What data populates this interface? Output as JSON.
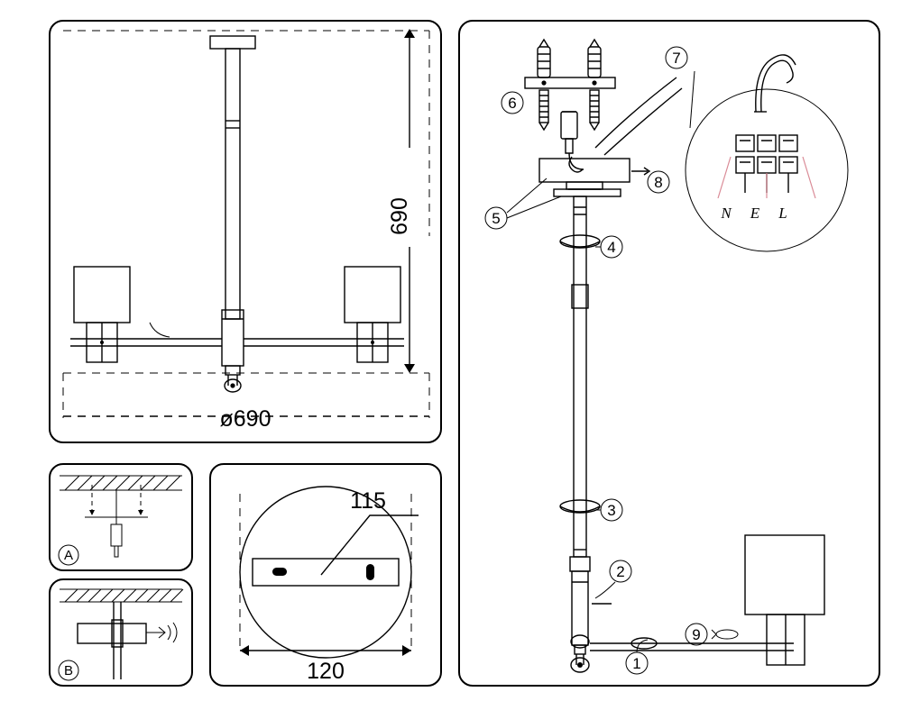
{
  "sheet": {
    "title": "pendant-lamp-installation-sheet"
  },
  "panels": {
    "main_view": {
      "name": "main-dimension-view",
      "height_dimension": "690",
      "diameter_dimension": "ø690"
    },
    "detail_a": {
      "name": "detail-a-ceiling-drilling",
      "label": "A"
    },
    "detail_b": {
      "name": "detail-b-bracket-mount",
      "label": "B"
    },
    "canopy_view": {
      "name": "canopy-dimension-view",
      "width_dimension": "115",
      "diameter_dimension": "120"
    },
    "install_view": {
      "name": "assembly-step-view",
      "wire_labels": [
        "N",
        "E",
        "L"
      ],
      "callouts": [
        {
          "id": "1",
          "name": "callout-1-lamp-base"
        },
        {
          "id": "2",
          "name": "callout-2-rod-joint"
        },
        {
          "id": "3",
          "name": "callout-3-lower-ring"
        },
        {
          "id": "4",
          "name": "callout-4-upper-ring"
        },
        {
          "id": "5",
          "name": "callout-5-canopy"
        },
        {
          "id": "6",
          "name": "callout-6-screws-dowels"
        },
        {
          "id": "7",
          "name": "callout-7-terminal-block"
        },
        {
          "id": "8",
          "name": "callout-8-set-screw"
        },
        {
          "id": "9",
          "name": "callout-9-shade"
        }
      ]
    }
  }
}
